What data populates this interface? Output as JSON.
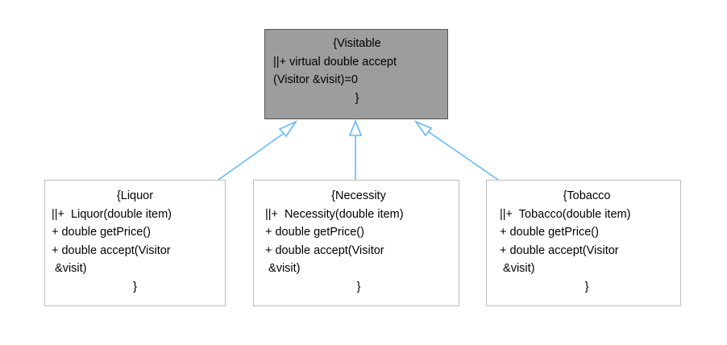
{
  "colors": {
    "base_fill": "#9d9d9d",
    "base_border": "#545454",
    "derived_border": "#bdbdbd",
    "edge": "#63b8ff"
  },
  "nodes": {
    "visitable": {
      "lines": [
        "{Visitable",
        "||+ virtual double accept",
        "(Visitor &visit)=0",
        "}"
      ]
    },
    "liquor": {
      "lines": [
        "{Liquor",
        "||+  Liquor(double item)",
        "+ double getPrice()",
        "+ double accept(Visitor",
        " &visit)",
        "}"
      ]
    },
    "necessity": {
      "lines": [
        "{Necessity",
        "||+  Necessity(double item)",
        "+ double getPrice()",
        "+ double accept(Visitor",
        " &visit)",
        "}"
      ]
    },
    "tobacco": {
      "lines": [
        "{Tobacco",
        "||+  Tobacco(double item)",
        "+ double getPrice()",
        "+ double accept(Visitor",
        " &visit)",
        "}"
      ]
    }
  }
}
